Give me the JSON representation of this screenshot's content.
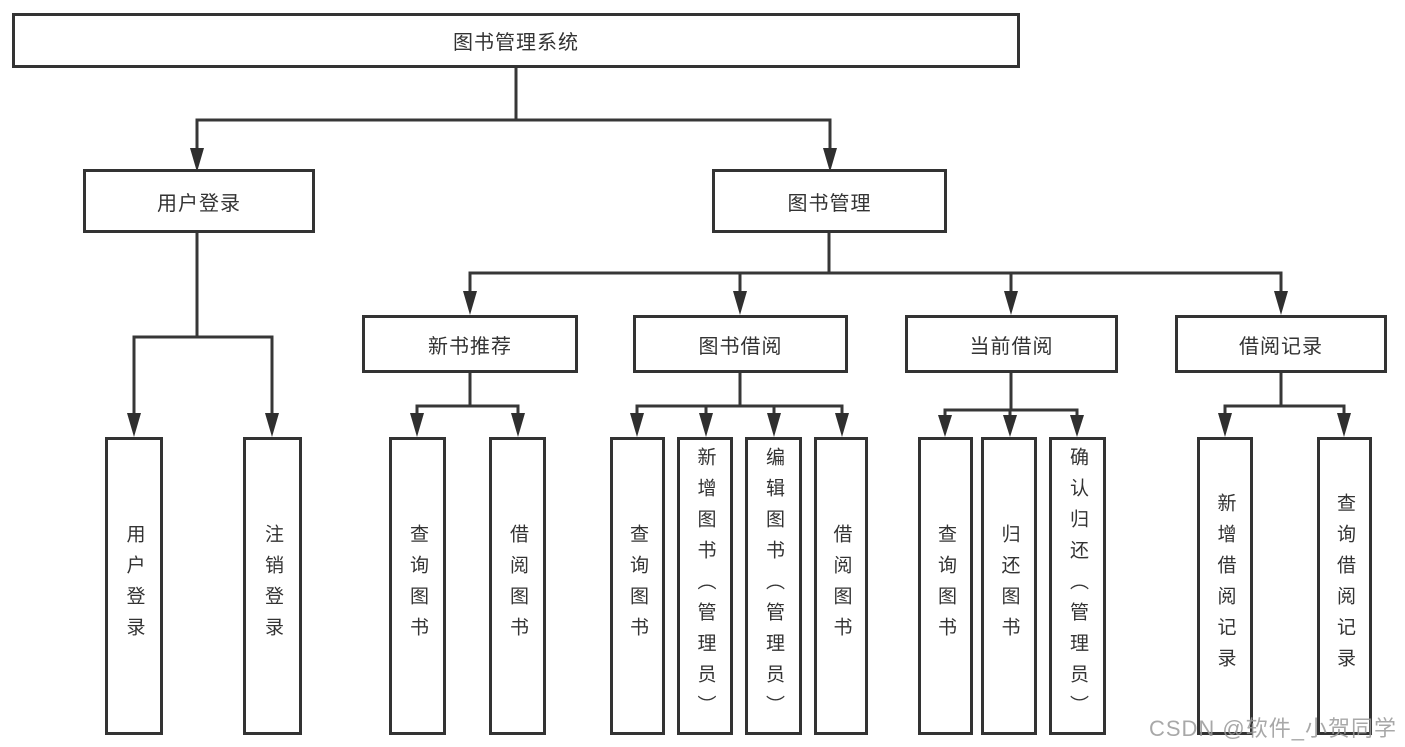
{
  "chart": {
    "root": {
      "label": "图书管理系统"
    },
    "branches": [
      {
        "label": "用户登录",
        "children": [
          {
            "label": "用户登录"
          },
          {
            "label": "注销登录"
          }
        ]
      },
      {
        "label": "图书管理",
        "children": [
          {
            "label": "新书推荐",
            "children": [
              {
                "label": "查询图书"
              },
              {
                "label": "借阅图书"
              }
            ]
          },
          {
            "label": "图书借阅",
            "children": [
              {
                "label": "查询图书"
              },
              {
                "label": "新增图书（管理员）"
              },
              {
                "label": "编辑图书（管理员）"
              },
              {
                "label": "借阅图书"
              }
            ]
          },
          {
            "label": "当前借阅",
            "children": [
              {
                "label": "查询图书"
              },
              {
                "label": "归还图书"
              },
              {
                "label": "确认归还（管理员）"
              }
            ]
          },
          {
            "label": "借阅记录",
            "children": [
              {
                "label": "新增借阅记录"
              },
              {
                "label": "查询借阅记录"
              }
            ]
          }
        ]
      }
    ],
    "line_color": "#373737",
    "box_border_color": "#333333",
    "text_color": "#333333",
    "watermark": "CSDN @软件_小贺同学"
  }
}
